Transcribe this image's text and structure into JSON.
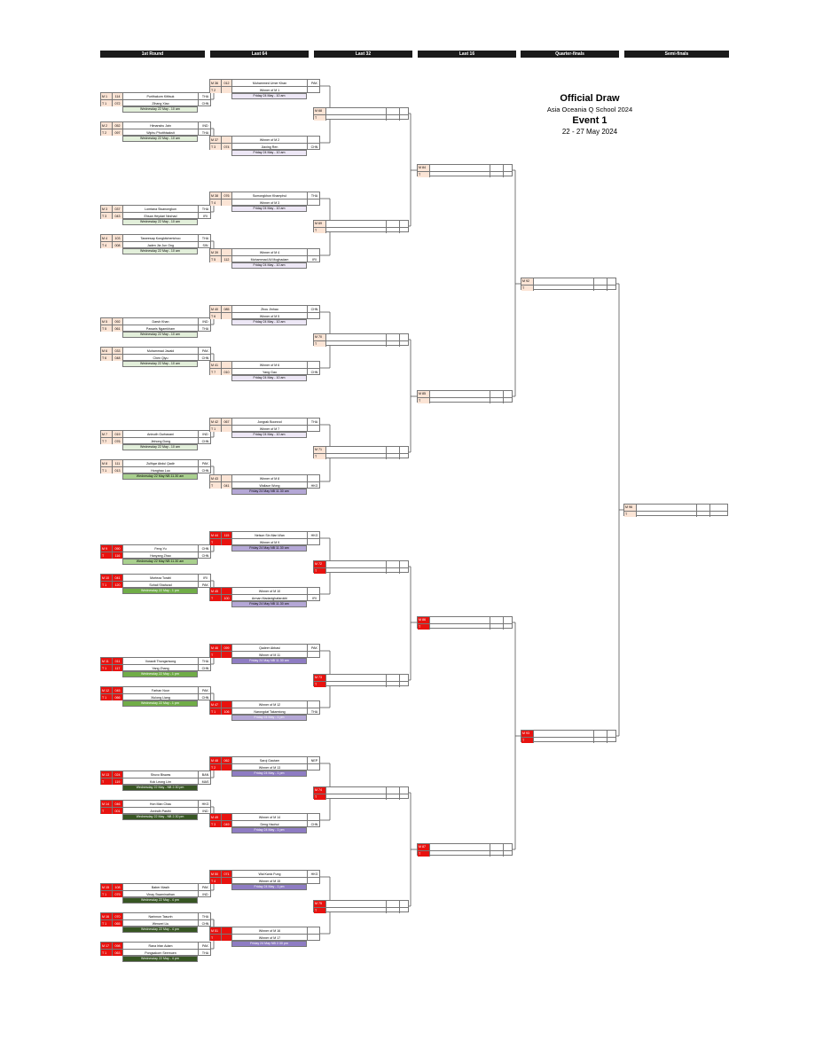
{
  "headers": [
    "1st Round",
    "Last 64",
    "Last 32",
    "Last 16",
    "Quarter-finals",
    "Semi-finals"
  ],
  "title": {
    "line1": "Official Draw",
    "line2": "Asia Oceania Q School 2024",
    "line3": "Event 1",
    "line4": "22 - 27 May 2024"
  },
  "round1": [
    {
      "m": "M 1",
      "t": "T 1",
      "s1": "114",
      "p1": "Purithakorn Kittisuk",
      "c1": "THA",
      "s2": "072",
      "p2": "Zihang Xiao",
      "c2": "CHN",
      "sched": "Wednesday 22 May - 10 am",
      "style": "lt",
      "sc": "#e2efda",
      "sf": "#000"
    },
    {
      "m": "M 2",
      "t": "T 2",
      "s1": "052",
      "p1": "Himanshu Jain",
      "c1": "IND",
      "s2": "097",
      "p2": "Wiphu Phutthisaksit",
      "c2": "THA",
      "sched": "Wednesday 22 May - 10 am",
      "style": "lt",
      "sc": "#e2efda",
      "sf": "#000"
    },
    {
      "m": "M 3",
      "t": "T 3",
      "s1": "037",
      "p1": "Lomtana Sisanongkun",
      "c1": "THA",
      "s2": "043",
      "p2": "Ehsan Heydari Nezhad",
      "c2": "IRI",
      "sched": "Wednesday 22 May - 10 am",
      "style": "lt",
      "sc": "#e2efda",
      "sf": "#000"
    },
    {
      "m": "M 4",
      "t": "T 4",
      "s1": "103",
      "p1": "Taweesap Kongkitchertchoo",
      "c1": "THA",
      "s2": "008",
      "p2": "Jaden Jia Jun Ong",
      "c2": "SIN",
      "sched": "Wednesday 22 May - 10 am",
      "style": "lt",
      "sc": "#e2efda",
      "sf": "#000"
    },
    {
      "m": "M 5",
      "t": "T 5",
      "s1": "092",
      "p1": "Darsh Khan",
      "c1": "IND",
      "s2": "061",
      "p2": "Pawaris Ngamkham",
      "c2": "THA",
      "sched": "Wednesday 22 May - 10 am",
      "style": "lt",
      "sc": "#e2efda",
      "sf": "#000"
    },
    {
      "m": "M 6",
      "t": "T 6",
      "s1": "033",
      "p1": "Muhammad Javaid",
      "c1": "PAK",
      "s2": "048",
      "p2": "Chen Qiyu",
      "c2": "CHN",
      "sched": "Wednesday 22 May - 10 am",
      "style": "lt",
      "sc": "#e2efda",
      "sf": "#000"
    },
    {
      "m": "M 7",
      "t": "T 7",
      "s1": "019",
      "p1": "Anirudh Gurbaxani",
      "c1": "IND",
      "s2": "076",
      "p2": "Jinhong Dong",
      "c2": "CHN",
      "sched": "Wednesday 22 May - 10 am",
      "style": "lt",
      "sc": "#e2efda",
      "sf": "#000"
    },
    {
      "m": "M 8",
      "t": "T 1",
      "s1": "111",
      "p1": "Zulfiqar Abdul Qadir",
      "c1": "PAK",
      "s2": "013",
      "p2": "Honghao Luo",
      "c2": "CHN",
      "sched": "Wednesday 22 May NB 11.30 am",
      "style": "lt",
      "sc": "#a9d08e",
      "sf": "#000"
    },
    {
      "m": "M 9",
      "t": "T",
      "s1": "090",
      "p1": "Feng Yu",
      "c1": "CHN",
      "s2": "116",
      "p2": "Hanyang Zhao",
      "c2": "CHN",
      "sched": "Wednesday 22 May NB 11.30 am",
      "style": "rd",
      "sc": "#a9d08e",
      "sf": "#000"
    },
    {
      "m": "M 10",
      "t": "T 1",
      "s1": "041",
      "p1": "Morteza Torabi",
      "c1": "IRI",
      "s2": "120",
      "p2": "Sohail Shahzad",
      "c2": "PAK",
      "sched": "Wednesday 22 May - 1 pm",
      "style": "rd",
      "sc": "#70ad47",
      "sf": "#fff"
    },
    {
      "m": "M 11",
      "t": "T 1",
      "s1": "011",
      "p1": "Vorawit Thongsrisong",
      "c1": "THA",
      "s2": "117",
      "p2": "Yang Zhang",
      "c2": "CHN",
      "sched": "Wednesday 22 May - 1 pm",
      "style": "rd",
      "sc": "#70ad47",
      "sf": "#fff"
    },
    {
      "m": "M 12",
      "t": "T 1",
      "s1": "045",
      "p1": "Farhan Noor",
      "c1": "PAK",
      "s2": "066",
      "p2": "Xiulong Liang",
      "c2": "CHN",
      "sched": "Wednesday 22 May - 1 pm",
      "style": "rd",
      "sc": "#70ad47",
      "sf": "#fff"
    },
    {
      "m": "M 13",
      "t": "T",
      "s1": "024",
      "p1": "Shuvo Biswas",
      "c1": "BAN",
      "s2": "119",
      "p2": "Kok Leong Lim",
      "c2": "MAS",
      "sched": "Wednesday 22 May - NB 2.30 pm",
      "style": "rd",
      "sc": "#375623",
      "sf": "#fff"
    },
    {
      "m": "M 14",
      "t": "T",
      "s1": "046",
      "p1": "Hon Man Chau",
      "c1": "HKG",
      "s2": "001",
      "p2": "Arvindh Pasthi",
      "c2": "IND",
      "sched": "Wednesday 22 May - NB 2.30 pm",
      "style": "rd",
      "sc": "#375623",
      "sf": "#fff"
    },
    {
      "m": "M 15",
      "t": "T 1",
      "s1": "108",
      "p1": "Baber Masih",
      "c1": "PAK",
      "s2": "079",
      "p2": "Vinay Swaminathan",
      "c2": "IND",
      "sched": "Wednesday 22 May - 4 pm",
      "style": "rd",
      "sc": "#375623",
      "sf": "#fff"
    },
    {
      "m": "M 16",
      "t": "T 1",
      "s1": "070",
      "p1": "Narinnon Tasurin",
      "c1": "THA",
      "s2": "065",
      "p2": "Wenwei Liu",
      "c2": "CHN",
      "sched": "Wednesday 22 May - 4 pm",
      "style": "rd",
      "sc": "#375623",
      "sf": "#fff"
    },
    {
      "m": "M 17",
      "t": "T 1",
      "s1": "098",
      "p1": "Rana Irfan Adam",
      "c1": "PAK",
      "s2": "063",
      "p2": "Pongsakorn Seemuen",
      "c2": "THA",
      "sched": "Wednesday 22 May - 4 pm",
      "style": "rd",
      "sc": "#375623",
      "sf": "#fff"
    }
  ],
  "last64": [
    {
      "m": "M 36",
      "t": "T 2",
      "s1": "012",
      "p1": "Muhammed Umer Khan",
      "c1": "PAK",
      "s2": "",
      "p2": "Winner of M 1",
      "c2": "",
      "sched": "Friday 24 May - 10 am",
      "style": "lt",
      "sc": "#ede7f6",
      "sf": "#000"
    },
    {
      "m": "M 37",
      "t": "T 3",
      "s1": "",
      "p1": "Winner of M 2",
      "c1": "",
      "s2": "074",
      "p2": "Jiaxing Ren",
      "c2": "CHN",
      "sched": "Friday 24 May - 10 am",
      "style": "lt",
      "sc": "#ede7f6",
      "sf": "#000"
    },
    {
      "m": "M 38",
      "t": "T 4",
      "s1": "076",
      "p1": "Sumongkhon Khamphul",
      "c1": "THA",
      "s2": "",
      "p2": "Winner of M 3",
      "c2": "",
      "sched": "Friday 24 May - 10 am",
      "style": "lt",
      "sc": "#ede7f6",
      "sf": "#000"
    },
    {
      "m": "M 39",
      "t": "T 5",
      "s1": "",
      "p1": "Winner of M 4",
      "c1": "",
      "s2": "112",
      "p2": "Mohammad Ali Moghadam",
      "c2": "IRI",
      "sched": "Friday 24 May - 10 am",
      "style": "lt",
      "sc": "#ede7f6",
      "sf": "#000"
    },
    {
      "m": "M 40",
      "t": "T 6",
      "s1": "085",
      "p1": "Zhou Jinhao",
      "c1": "CHN",
      "s2": "",
      "p2": "Winner of M 5",
      "c2": "",
      "sched": "Friday 24 May - 10 am",
      "style": "lt",
      "sc": "#ede7f6",
      "sf": "#000"
    },
    {
      "m": "M 41",
      "t": "T 7",
      "s1": "",
      "p1": "Winner of M 6",
      "c1": "",
      "s2": "010",
      "p2": "Yang Gao",
      "c2": "CHN",
      "sched": "Friday 24 May - 10 am",
      "style": "lt",
      "sc": "#ede7f6",
      "sf": "#000"
    },
    {
      "m": "M 42",
      "t": "T 1",
      "s1": "067",
      "p1": "Jongrak Boonrod",
      "c1": "THA",
      "s2": "",
      "p2": "Winner of M 7",
      "c2": "",
      "sched": "Friday 24 May - 10 am",
      "style": "lt",
      "sc": "#ede7f6",
      "sf": "#000"
    },
    {
      "m": "M 43",
      "t": "T",
      "s1": "",
      "p1": "Winner of M 8",
      "c1": "",
      "s2": "041",
      "p2": "Wallace Wong",
      "c2": "HKG",
      "sched": "Friday 24 May NB 11.30 am",
      "style": "lt",
      "sc": "#b4a7d6",
      "sf": "#000"
    },
    {
      "m": "M 44",
      "t": "T",
      "s1": "115",
      "p1": "Nelson Sin Man Wan",
      "c1": "HKG",
      "s2": "",
      "p2": "Winner of M 9",
      "c2": "",
      "sched": "Friday 24 May NB 11.30 am",
      "style": "rd",
      "sc": "#b4a7d6",
      "sf": "#000"
    },
    {
      "m": "M 45",
      "t": "T",
      "s1": "",
      "p1": "Winner of M 10",
      "c1": "",
      "s2": "100",
      "p2": "Arman Madanighafarokhi",
      "c2": "IRI",
      "sched": "Friday 24 May NB 11.30 am",
      "style": "rd",
      "sc": "#b4a7d6",
      "sf": "#000"
    },
    {
      "m": "M 46",
      "t": "T",
      "s1": "099",
      "p1": "Qadeer Abbasi",
      "c1": "PAK",
      "s2": "",
      "p2": "Winner of M 11",
      "c2": "",
      "sched": "Friday 24 May NB 11.30 am",
      "style": "rd",
      "sc": "#8e7cc3",
      "sf": "#fff"
    },
    {
      "m": "M 47",
      "t": "T 1",
      "s1": "",
      "p1": "Winner of M 12",
      "c1": "",
      "s2": "106",
      "p2": "Narongdat Takamtong",
      "c2": "THA",
      "sched": "Friday 24 May - 1 pm",
      "style": "rd",
      "sc": "#b4a7d6",
      "sf": "#fff"
    },
    {
      "m": "M 48",
      "t": "T 2",
      "s1": "062",
      "p1": "Saroj Gautam",
      "c1": "NEP",
      "s2": "",
      "p2": "Winner of M 13",
      "c2": "",
      "sched": "Friday 24 May - 1 pm",
      "style": "rd",
      "sc": "#8e7cc3",
      "sf": "#fff"
    },
    {
      "m": "M 49",
      "t": "T 3",
      "s1": "",
      "p1": "Winner of M 14",
      "c1": "",
      "s2": "049",
      "p2": "Deng Haohui",
      "c2": "CHN",
      "sched": "Friday 24 May - 1 pm",
      "style": "rd",
      "sc": "#8e7cc3",
      "sf": "#fff"
    },
    {
      "m": "M 50",
      "t": "T 4",
      "s1": "071",
      "p1": "Wai Kwok Fung",
      "c1": "HKG",
      "s2": "",
      "p2": "Winner of M 15",
      "c2": "",
      "sched": "Friday 24 May - 1 pm",
      "style": "rd",
      "sc": "#8e7cc3",
      "sf": "#fff"
    },
    {
      "m": "M 51",
      "t": "T",
      "s1": "",
      "p1": "Winner of M 16",
      "c1": "",
      "s2": "",
      "p2": "Winner of M 17",
      "c2": "",
      "sched": "Friday 24 May NB 2.30 pm",
      "style": "rd",
      "sc": "#8e7cc3",
      "sf": "#fff"
    }
  ],
  "last32": [
    {
      "m": "M 68",
      "t": "T",
      "style": "lt"
    },
    {
      "m": "M 69",
      "t": "T",
      "style": "lt"
    },
    {
      "m": "M 70",
      "t": "T",
      "style": "lt"
    },
    {
      "m": "M 71",
      "t": "T",
      "style": "lt"
    },
    {
      "m": "M 72",
      "t": "T",
      "style": "rd"
    },
    {
      "m": "M 73",
      "t": "T",
      "style": "rd"
    },
    {
      "m": "M 74",
      "t": "T",
      "style": "rd"
    },
    {
      "m": "M 75",
      "t": "T",
      "style": "rd"
    }
  ],
  "last16": [
    {
      "m": "M 84",
      "t": "T",
      "style": "lt"
    },
    {
      "m": "M 85",
      "t": "T",
      "style": "lt"
    },
    {
      "m": "M 86",
      "t": "T",
      "style": "rd"
    },
    {
      "m": "M 87",
      "t": "T",
      "style": "rd"
    }
  ],
  "quarter": [
    {
      "m": "M 92",
      "t": "T",
      "style": "lt"
    },
    {
      "m": "M 93",
      "t": "T",
      "style": "rd"
    }
  ],
  "semi": [
    {
      "m": "M 96",
      "t": "T",
      "style": "lt"
    }
  ]
}
